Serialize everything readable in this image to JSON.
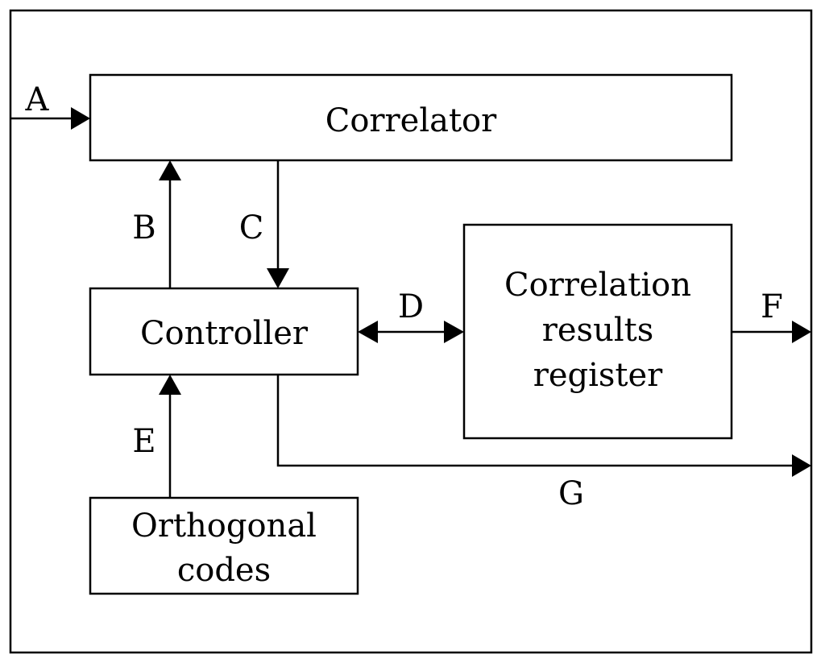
{
  "colors": {
    "stroke": "#000000",
    "background": "#ffffff"
  },
  "blocks": {
    "correlator": {
      "label": "Correlator"
    },
    "controller": {
      "label": "Controller"
    },
    "results_register": {
      "lines": [
        "Correlation",
        "results",
        "register"
      ]
    },
    "orthogonal_codes": {
      "lines": [
        "Orthogonal",
        "codes"
      ]
    }
  },
  "signals": {
    "a": "A",
    "b": "B",
    "c": "C",
    "d": "D",
    "e": "E",
    "f": "F",
    "g": "G"
  }
}
